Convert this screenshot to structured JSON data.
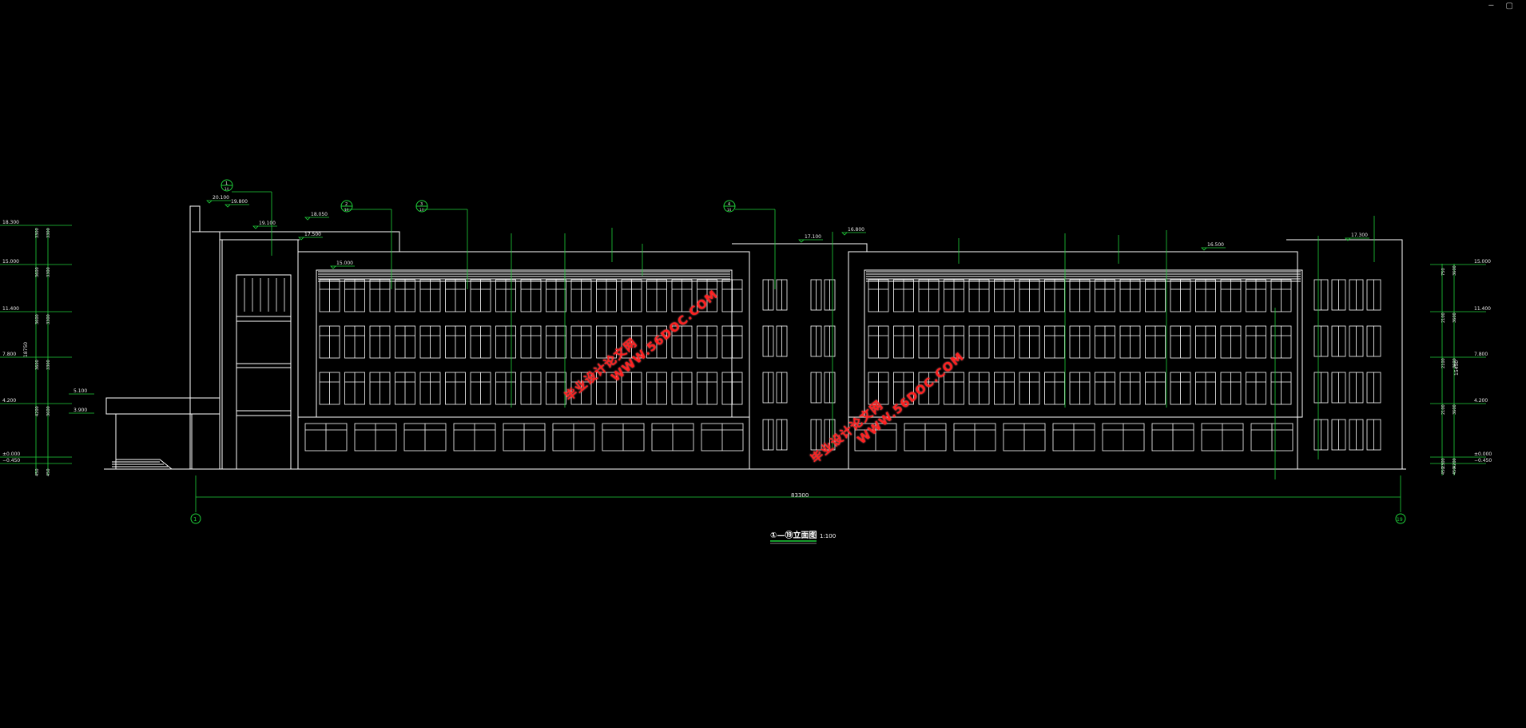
{
  "levels_left": [
    {
      "label": "18.300",
      "dims": [
        "3300",
        "3300"
      ]
    },
    {
      "label": "15.000",
      "dims": [
        "3600",
        "3300"
      ]
    },
    {
      "label": "11.400",
      "dims": [
        "3600",
        "3300"
      ]
    },
    {
      "label": "7.800",
      "dims": [
        "3600",
        "3300"
      ]
    },
    {
      "label": "4.200",
      "dims": [
        "4200",
        "3600"
      ]
    },
    {
      "label": "±0.000",
      "dims": []
    },
    {
      "label": "−0.450",
      "dims": [
        "450",
        "450"
      ]
    }
  ],
  "left_total": "18750",
  "levels_right": [
    {
      "label": "15.000",
      "dims": [
        "750",
        "3600"
      ]
    },
    {
      "label": "11.400",
      "dims": [
        "2100",
        "3600"
      ]
    },
    {
      "label": "7.800",
      "dims": [
        "2100",
        "3600"
      ]
    },
    {
      "label": "4.200",
      "dims": [
        "2100",
        "3600"
      ]
    },
    {
      "label": "±0.000",
      "dims": [
        "2300",
        "4200"
      ]
    },
    {
      "label": "−0.450",
      "dims": [
        "450",
        "450"
      ]
    }
  ],
  "right_total": "15450",
  "roof_levels": [
    "20.100",
    "19.800",
    "19.100",
    "18.050",
    "17.500",
    "15.000",
    "17.100",
    "16.800",
    "17.300",
    "16.500"
  ],
  "canopy_levels": [
    "5.100",
    "3.900"
  ],
  "callouts": [
    "1",
    "2",
    "3",
    "4"
  ],
  "callout_sub": "14",
  "axis_start": "1",
  "axis_end": "19",
  "overall_dim": "83300",
  "title_prefix": "①—⑲",
  "title_main": "立面图",
  "title_scale": "1:100",
  "watermark": {
    "cn": "毕业设计论文网",
    "url": "WWW.56DOC.COM"
  },
  "colors": {
    "line": "#ffffff",
    "dim": "#1fd13a",
    "text": "#e8e8e8",
    "watermark": "#ff2020",
    "bg": "#000000"
  }
}
